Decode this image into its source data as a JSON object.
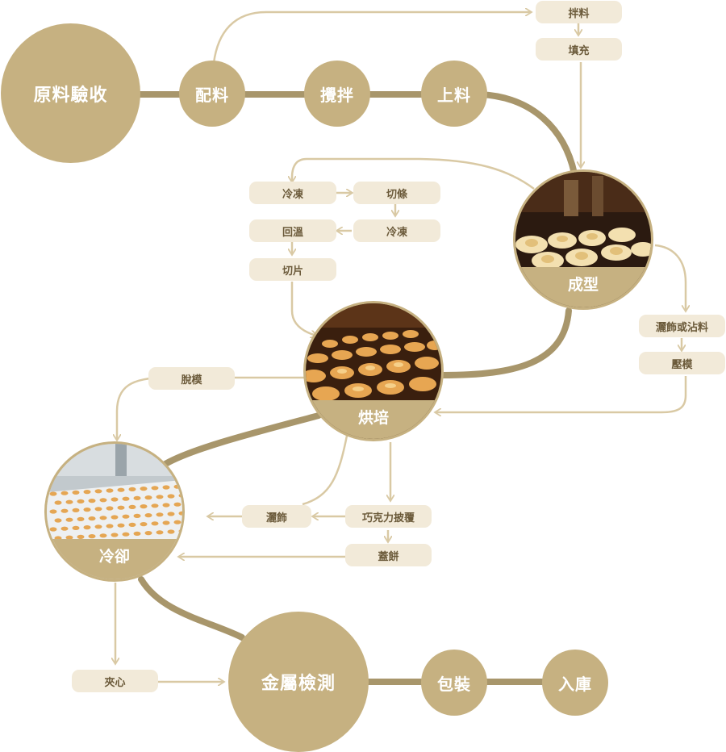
{
  "nodes": {
    "raw_inspection": "原料驗收",
    "batching": "配料",
    "stirring": "攪拌",
    "loading": "上料",
    "forming": "成型",
    "baking": "烘培",
    "cooling": "冷卻",
    "metal_detection": "金屬檢測",
    "packaging": "包裝",
    "warehousing": "入庫"
  },
  "steps": {
    "mixing": "拌料",
    "filling": "填充",
    "freeze_1": "冷凍",
    "cut_strips": "切條",
    "tempering": "回溫",
    "freeze_2": "冷凍",
    "slicing": "切片",
    "sprinkle_or_dip": "灑飾或沾料",
    "press_mold": "壓模",
    "demold": "脫模",
    "sprinkle": "灑飾",
    "chocolate_coating": "巧克力披覆",
    "cover_biscuit": "蓋餅",
    "sandwich": "夾心"
  },
  "colors": {
    "node": "#c6b181",
    "pill": "#f2ead9",
    "pill_text": "#6b5a3a",
    "main_line": "#a8966b",
    "thin_line": "#d9c9a4"
  }
}
